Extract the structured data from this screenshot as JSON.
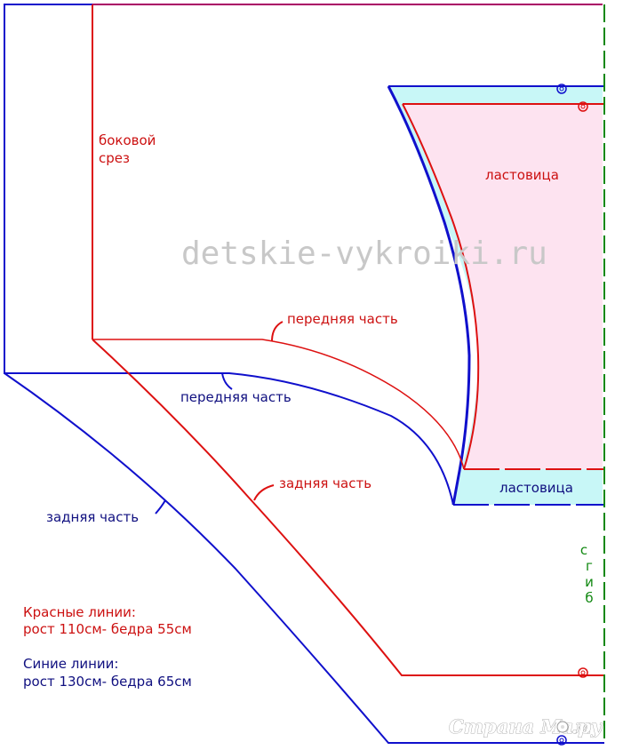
{
  "labels": {
    "side_seam_line1": "боковой",
    "side_seam_line2": "срез",
    "gusset_top": "ластовица",
    "gusset_bottom": "ластовица",
    "front_red": "передняя часть",
    "front_blue": "передняя часть",
    "back_red": "задняя часть",
    "back_blue": "задняя часть",
    "fold_letters": [
      "с",
      "г",
      "и",
      "б"
    ]
  },
  "legend": {
    "red_title": "Красные линии:",
    "red_detail": "рост 110см- бедра 55см",
    "blue_title": "Синие линии:",
    "blue_detail": "рост 130см- бедра 65см"
  },
  "watermark": "detskie-vykroiki.ru",
  "logo": "Страна Мам",
  "logo_tld": ".ру",
  "colors": {
    "red_line": "#dd1111",
    "blue_line": "#1010cc",
    "fold_line": "#118811",
    "gusset_pink": "#fde3f0",
    "gusset_cyan": "#c8f7f7"
  }
}
